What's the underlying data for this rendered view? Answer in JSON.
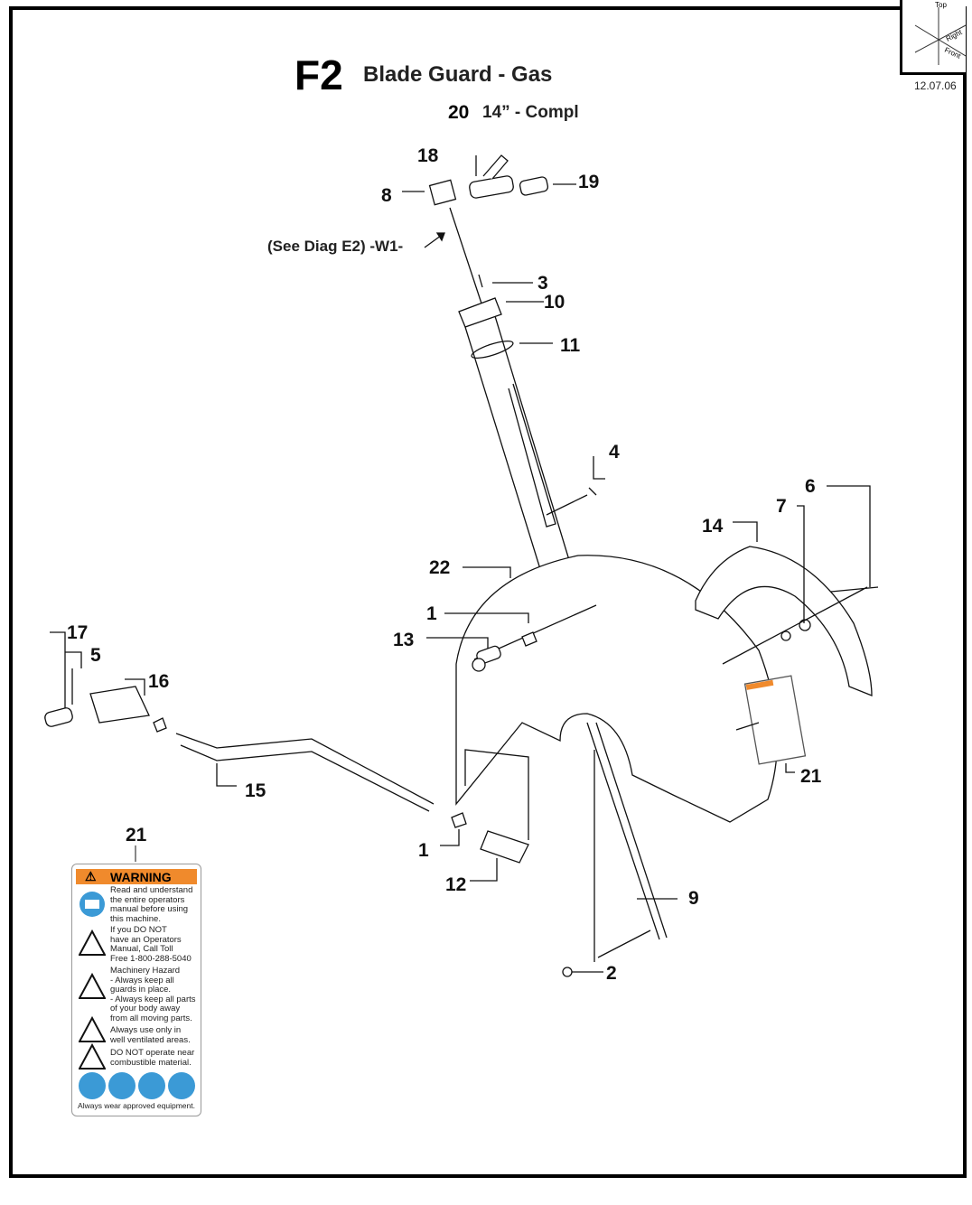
{
  "header": {
    "section": "F2",
    "title": "Blade Guard - Gas",
    "assembly_number": "20",
    "assembly_desc": "14” - Compl",
    "date": "12.07.06"
  },
  "orientation": {
    "labels": [
      "Top",
      "Right",
      "Front"
    ]
  },
  "note": "(See Diag E2) -W1-",
  "callouts": [
    "18",
    "8",
    "19",
    "3",
    "10",
    "11",
    "4",
    "6",
    "7",
    "14",
    "22",
    "1",
    "13",
    "17",
    "5",
    "16",
    "15",
    "21",
    "21",
    "1",
    "12",
    "9",
    "2"
  ],
  "warning_label": {
    "heading": "WARNING",
    "items": [
      {
        "icon": "manual-icon",
        "text": "Read and understand\nthe entire operators\nmanual before using\nthis machine."
      },
      {
        "icon": "call-icon",
        "text": "If you DO NOT\nhave an Operators\nManual, Call Toll\nFree 1-800-288-5040"
      },
      {
        "icon": "machinery-hazard-icon",
        "text": "Machinery Hazard\n- Always keep all\nguards in place.\n- Always keep all parts\nof your body away\nfrom all moving parts."
      },
      {
        "icon": "ventilation-icon",
        "text": "Always use only in\nwell ventilated areas."
      },
      {
        "icon": "fire-hazard-icon",
        "text": "DO NOT operate near\ncombustible material."
      }
    ],
    "ppe_icons": [
      "ear-protection-icon",
      "eye-protection-icon",
      "respirator-icon",
      "helmet-icon"
    ],
    "footer": "Always wear approved equipment.",
    "accent": "#f08a2c",
    "icon_color": "#3b9ad6"
  }
}
